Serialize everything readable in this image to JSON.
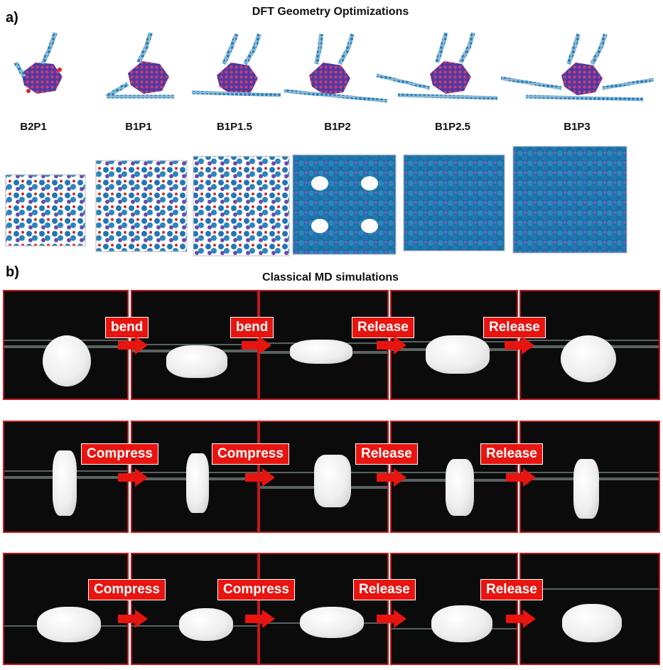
{
  "panel_a": {
    "letter": "a)",
    "title": "DFT Geometry Optimizations",
    "molecules": [
      {
        "label": "B2P1"
      },
      {
        "label": "B1P1"
      },
      {
        "label": "B1P1.5"
      },
      {
        "label": "B1P2"
      },
      {
        "label": "B1P2.5"
      },
      {
        "label": "B1P3"
      }
    ]
  },
  "panel_b": {
    "letter": "b)",
    "title": "Classical MD simulations",
    "rows": [
      {
        "actions": [
          "bend",
          "bend",
          "Release",
          "Release"
        ]
      },
      {
        "actions": [
          "Compress",
          "Compress",
          "Release",
          "Release"
        ]
      },
      {
        "actions": [
          "Compress",
          "Compress",
          "Release",
          "Release"
        ]
      }
    ]
  },
  "colors": {
    "frame_red": "#c0191a",
    "tag_red": "#e8140f",
    "photo_bg": "#0b0b0b",
    "atom_blue": "#2a7fb8",
    "core_purple": "#5a3fa0",
    "oxygen_red": "#d62728"
  }
}
